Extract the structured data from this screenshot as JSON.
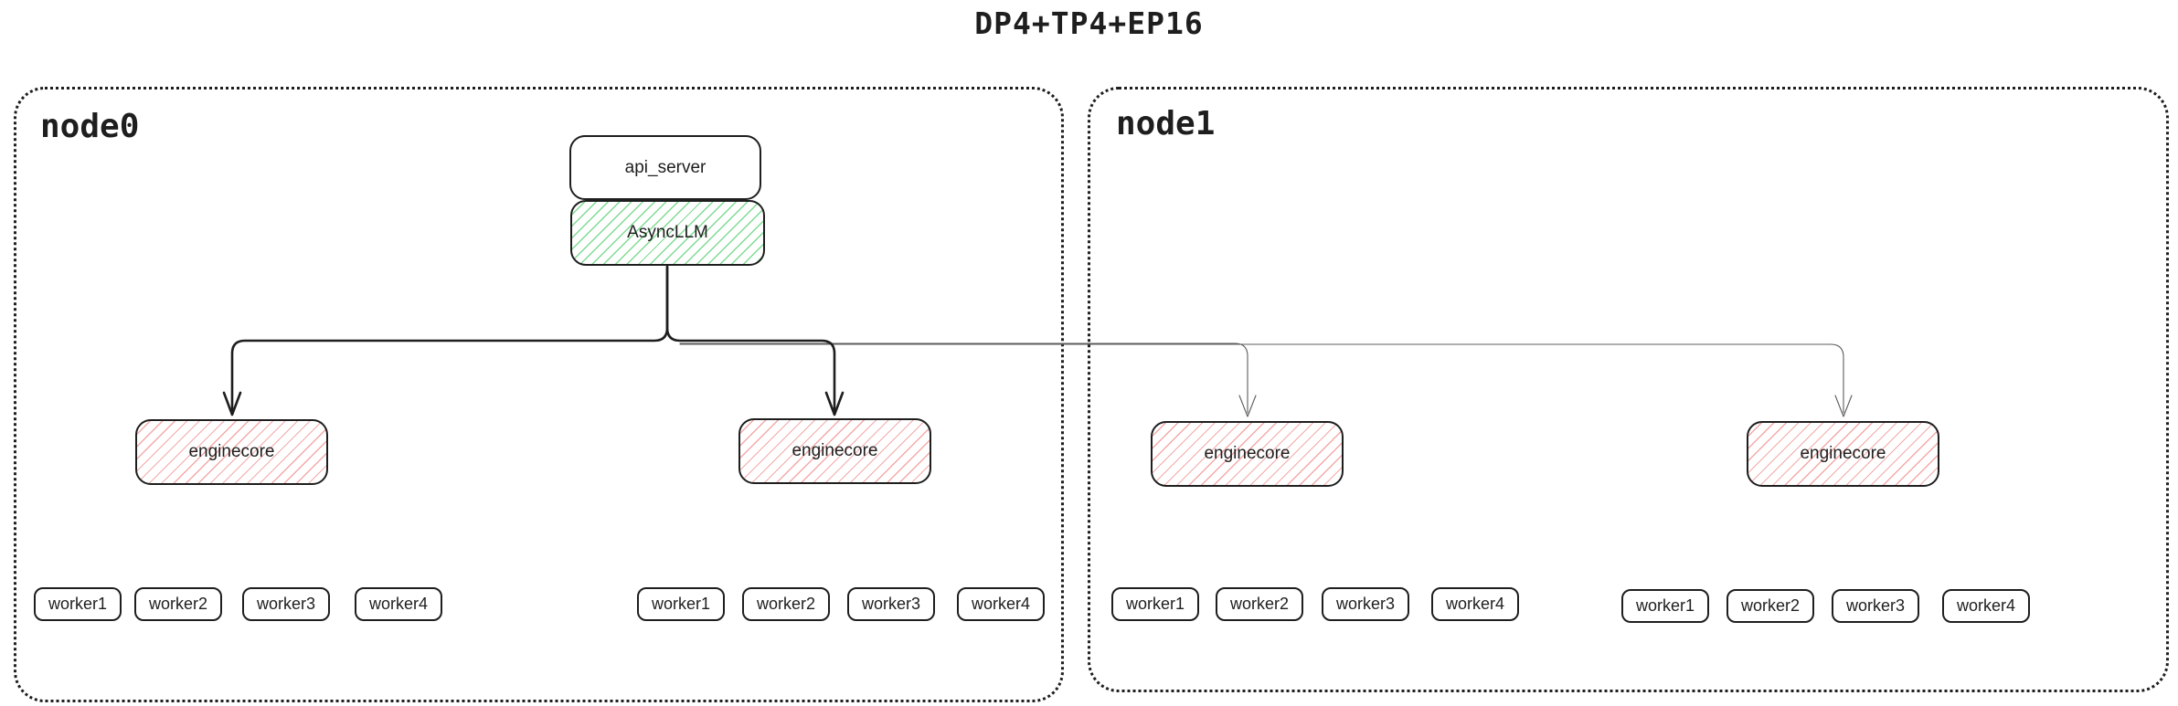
{
  "title": "DP4+TP4+EP16",
  "colors": {
    "stroke": "#1e1e1e",
    "green_hatch": "#7ddb92",
    "red_hatch": "#f4a9a9",
    "thin_line": "#5c5c5c"
  },
  "nodes": [
    {
      "label": "node0",
      "api_server_label": "api_server",
      "asyncllm_label": "AsyncLLM",
      "enginecores": [
        {
          "label": "enginecore",
          "workers": [
            "worker1",
            "worker2",
            "worker3",
            "worker4"
          ]
        },
        {
          "label": "enginecore",
          "workers": [
            "worker1",
            "worker2",
            "worker3",
            "worker4"
          ]
        }
      ]
    },
    {
      "label": "node1",
      "enginecores": [
        {
          "label": "enginecore",
          "workers": [
            "worker1",
            "worker2",
            "worker3",
            "worker4"
          ]
        },
        {
          "label": "enginecore",
          "workers": [
            "worker1",
            "worker2",
            "worker3",
            "worker4"
          ]
        }
      ]
    }
  ]
}
